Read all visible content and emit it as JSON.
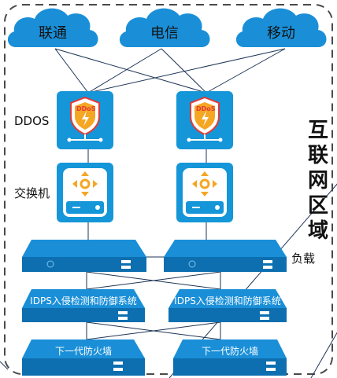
{
  "clouds": [
    {
      "label": "联通"
    },
    {
      "label": "电信"
    },
    {
      "label": "移动"
    }
  ],
  "side_labels": {
    "ddos": "DDOS",
    "switch": "交换机",
    "load": "负载"
  },
  "zone_title_chars": [
    "互",
    "联",
    "网",
    "区",
    "域"
  ],
  "ddos_badge": "DDoS",
  "idps_label": "IDPS入侵检测和防御系统",
  "firewall_label": "下一代防火墙",
  "colors": {
    "cloud_fill": "#1a8fd8",
    "device_fill": "#1596d8",
    "device_dark": "#0d6fb0",
    "accent_orange": "#f5a623",
    "shield_red": "#e53935",
    "border": "#555555",
    "line": "#1d3557"
  }
}
